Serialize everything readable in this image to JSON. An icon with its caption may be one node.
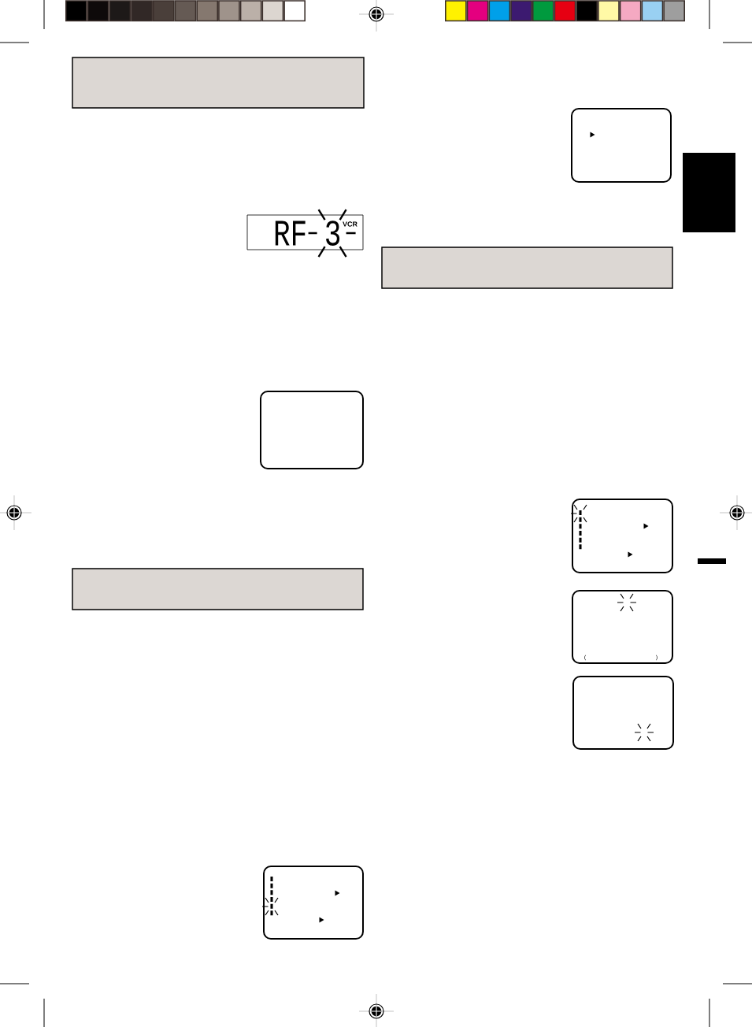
{
  "diagram": {
    "nodes": [
      {
        "text": [],
        "shape": "box"
      },
      {
        "text": [
          "RF 3",
          "VCR"
        ]
      },
      {
        "text": [],
        "shape": "box"
      },
      {
        "text": [],
        "shape": "box"
      },
      {
        "text": [],
        "shape": "box"
      },
      {
        "text": [],
        "shape": "box"
      },
      {
        "text": [],
        "shape": "box"
      },
      {
        "text": [],
        "shape": "box"
      },
      {
        "text": [
          "(",
          ")"
        ]
      },
      {
        "text": [],
        "shape": "box"
      },
      {
        "text": [],
        "shape": "box"
      }
    ]
  }
}
